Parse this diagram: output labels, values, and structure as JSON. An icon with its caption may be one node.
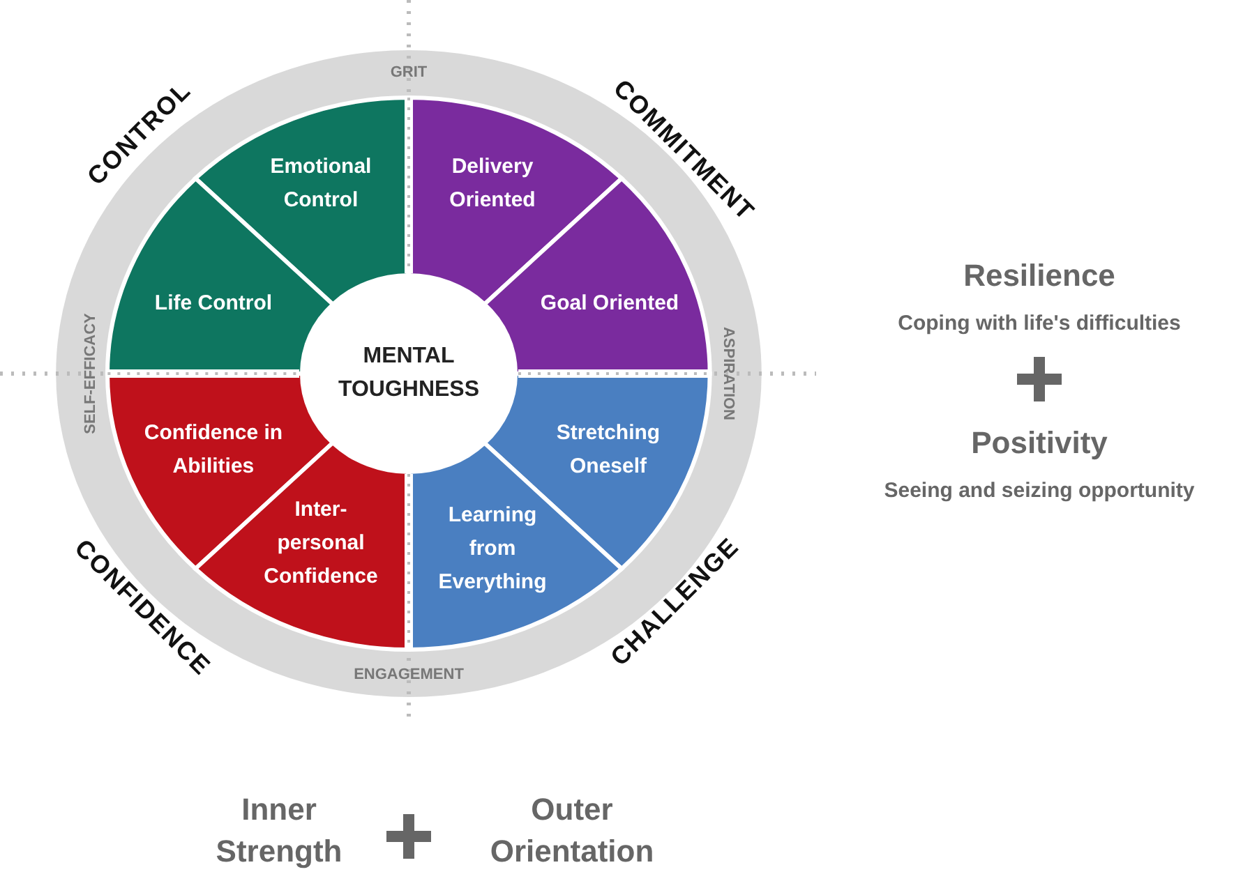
{
  "diagram": {
    "nodes": [
      {
        "text": [
          "MENTAL TOUGHNESS"
        ]
      },
      {
        "text": [
          "Emotional Control"
        ]
      },
      {
        "text": [
          "Delivery Oriented"
        ]
      },
      {
        "text": [
          "Life Control"
        ]
      },
      {
        "text": [
          "Goal Oriented"
        ]
      },
      {
        "text": [
          "Confidence in Abilities"
        ]
      },
      {
        "text": [
          "Stretching Oneself"
        ]
      },
      {
        "text": [
          "Inter-personal Confidence"
        ]
      },
      {
        "text": [
          "Learning from Everything"
        ]
      }
    ],
    "labels": [
      "CONTROL",
      "GRIT",
      "COMMITMENT",
      "Resilience",
      "Coping with life's difficulties",
      "SELF-EFFICACY",
      "ASPIRATION",
      "Positivity",
      "Seeing and seizing opportunity",
      "CONFIDENCE",
      "ENGAGEMENT",
      "CHALLENGE",
      "Inner Strength",
      "Outer Orientation"
    ]
  }
}
